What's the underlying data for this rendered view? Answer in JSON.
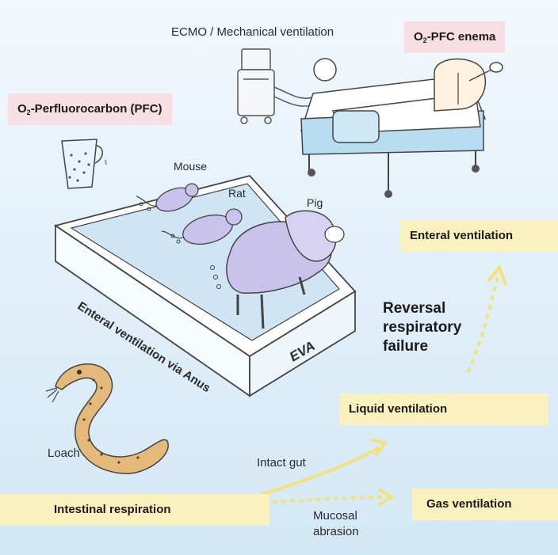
{
  "labels": {
    "ecmo": "ECMO / Mechanical ventilation",
    "o2_pfc": {
      "prefix": "O",
      "sub": "2",
      "rest": "-Perfluorocarbon (PFC)"
    },
    "o2_pfc_enema": {
      "prefix": "O",
      "sub": "2",
      "rest": "-PFC enema"
    },
    "mouse": "Mouse",
    "rat": "Rat",
    "pig": "Pig",
    "tank_text": "Enteral ventilation via Anus",
    "eva": "EVA",
    "enteral_ventilation": "Enteral ventilation",
    "reversal": [
      "Reversal",
      "respiratory",
      "failure"
    ],
    "liquid_ventilation": "Liquid ventilation",
    "loach": "Loach",
    "intact_gut": "Intact gut",
    "intestinal_respiration": "Intestinal respiration",
    "gas_ventilation": "Gas ventilation",
    "mucosal_abrasion": [
      "Mucosal",
      "abrasion"
    ]
  },
  "colors": {
    "pink_tag": "#f8dfe3",
    "yellow_tag": "#fbf1bf",
    "arrow": "#f3e27a",
    "water": "#cfe5f4",
    "animal": "#c9c3ec"
  }
}
